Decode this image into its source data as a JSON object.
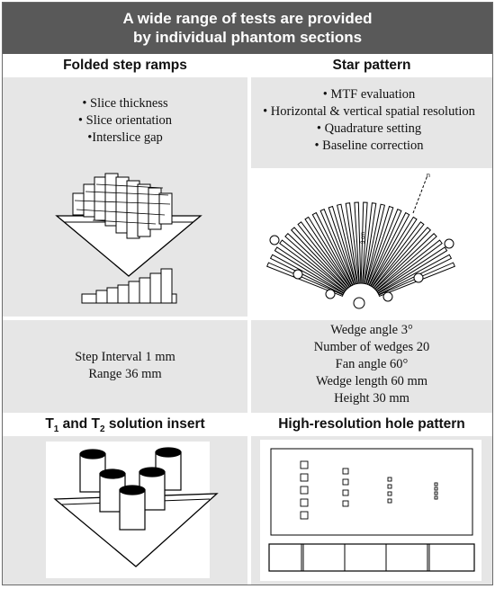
{
  "header": {
    "line1": "A wide range of tests are provided",
    "line2": "by individual phantom sections"
  },
  "left_title": "Folded step ramps",
  "right_title": "Star pattern",
  "folded_ramps_tests": [
    "• Slice thickness",
    "• Slice orientation",
    "•Interslice gap"
  ],
  "star_tests": [
    "• MTF evaluation",
    "• Horizontal & vertical spatial resolution",
    "• Quadrature setting",
    "• Baseline correction"
  ],
  "ramp_specs": [
    "Step Interval 1 mm",
    "Range 36 mm"
  ],
  "star_specs": [
    "Wedge angle 3°",
    "Number of wedges 20",
    "Fan angle 60°",
    "Wedge length 60 mm",
    "Height 30 mm"
  ],
  "t1t2_title": {
    "prefix": "T",
    "sub1": "1",
    "mid": " and T",
    "sub2": "2",
    "suffix": " solution insert"
  },
  "hole_title": "High-resolution hole pattern",
  "star_label": "3 cm"
}
